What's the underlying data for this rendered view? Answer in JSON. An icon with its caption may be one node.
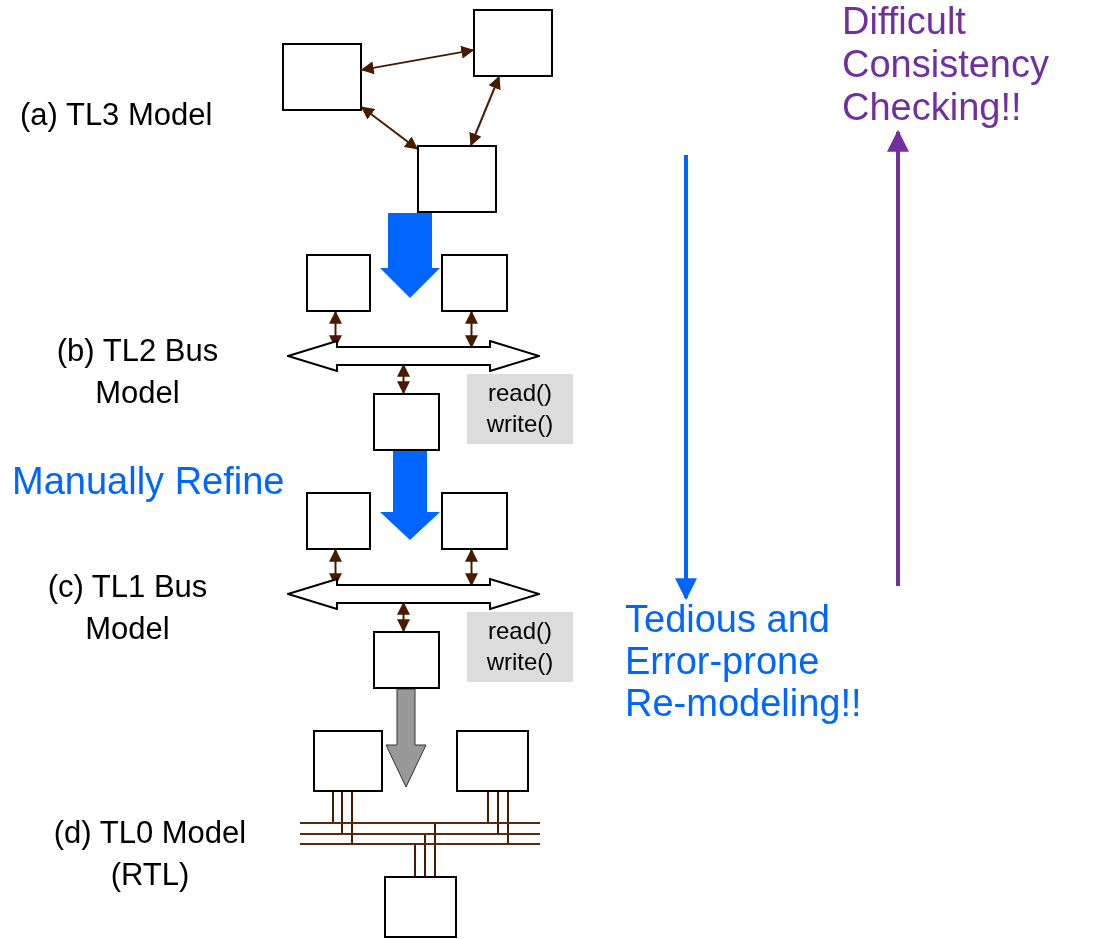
{
  "diagram": {
    "nodes": [
      {
        "text": [],
        "shape": "box"
      },
      {
        "text": [],
        "shape": "box"
      },
      {
        "text": [],
        "shape": "box"
      },
      {
        "text": [],
        "shape": "box"
      },
      {
        "text": [],
        "shape": "box"
      },
      {
        "text": [],
        "shape": "bar"
      },
      {
        "text": [],
        "shape": "box"
      },
      {
        "text": [
          "read() write()"
        ]
      },
      {
        "text": [],
        "shape": "box"
      },
      {
        "text": [],
        "shape": "box"
      },
      {
        "text": [],
        "shape": "bar"
      },
      {
        "text": [],
        "shape": "box"
      },
      {
        "text": [
          "read() write()"
        ]
      },
      {
        "text": [],
        "shape": "box"
      },
      {
        "text": [],
        "shape": "box"
      },
      {
        "text": [],
        "shape": "box"
      },
      {
        "text": [
          "Tedious and Error-prone Re-modeling!!"
        ]
      },
      {
        "text": [
          "Difficult Consistency Checking!!"
        ]
      },
      {
        "text": [],
        "shape": "lines"
      }
    ],
    "edges": [
      {
        "from": 0,
        "to": 1,
        "arrow": "both"
      },
      {
        "from": 1,
        "to": 2,
        "arrow": "both"
      },
      {
        "from": 0,
        "to": 2,
        "arrow": "both"
      },
      {
        "from": 3,
        "to": 5,
        "arrow": "both"
      },
      {
        "from": 4,
        "to": 5,
        "arrow": "both"
      },
      {
        "from": 6,
        "to": 5,
        "arrow": "both"
      },
      {
        "from": 8,
        "to": 10,
        "arrow": "both"
      },
      {
        "from": 9,
        "to": 10,
        "arrow": "both"
      },
      {
        "from": 11,
        "to": 10,
        "arrow": "both"
      },
      {
        "from": null,
        "to": 16,
        "arrow": "to",
        "style": "thick",
        "color": "#0066ff"
      },
      {
        "from": null,
        "to": 17,
        "arrow": "to",
        "style": "thick",
        "color": "#7030a0"
      },
      {
        "from": 2,
        "to": null,
        "arrow": "to",
        "style": "thick",
        "color": "#0066ff"
      },
      {
        "from": 6,
        "to": null,
        "arrow": "to",
        "style": "thick",
        "color": "#0066ff"
      },
      {
        "from": 11,
        "to": null,
        "arrow": "to",
        "style": "thick",
        "color": "#999999"
      },
      {
        "from": 13,
        "to": 18,
        "arrow": "none"
      },
      {
        "from": 14,
        "to": 18,
        "arrow": "none"
      },
      {
        "from": 15,
        "to": 18,
        "arrow": "none"
      }
    ],
    "labels": [
      "(a) TL3 Model",
      "(b) TL2 Bus Model",
      "Manually Refine",
      "(c) TL1 Bus Model",
      "(d) TL0 Model (RTL)"
    ]
  }
}
